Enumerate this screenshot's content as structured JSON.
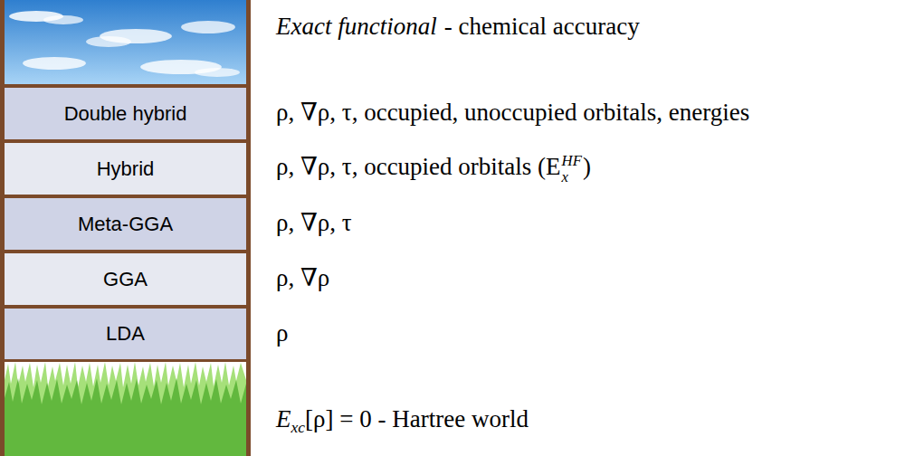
{
  "diagram": {
    "nodes": [
      {
        "text": [
          "Double hybrid"
        ]
      },
      {
        "text": [
          "Hybrid"
        ]
      },
      {
        "text": [
          "Meta-GGA"
        ]
      },
      {
        "text": [
          "GGA"
        ]
      },
      {
        "text": [
          "LDA"
        ]
      }
    ],
    "labels": [
      "Exact functional",
      "- chemical accuracy",
      "ρ, ∇ρ, τ, occupied, unoccupied orbitals, energies",
      "ρ, ∇ρ, τ, occupied orbitals (E",
      "x",
      "HF",
      ")",
      "ρ, ∇ρ, τ",
      "ρ, ∇ρ",
      "ρ",
      "E",
      "xc",
      "[ρ] = 0 - Hartree world"
    ]
  }
}
